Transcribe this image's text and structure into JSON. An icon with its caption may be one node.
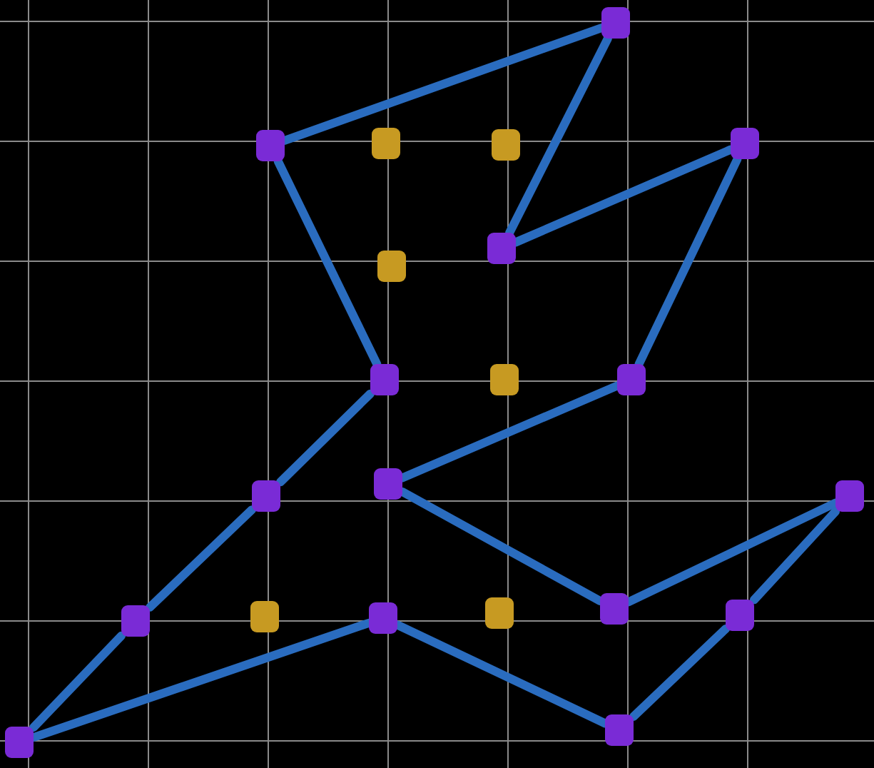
{
  "diagram": {
    "nodes": [
      {
        "text": [],
        "shape": "box"
      },
      {
        "text": [],
        "shape": "box"
      },
      {
        "text": [],
        "shape": "box"
      },
      {
        "text": [],
        "shape": "box"
      },
      {
        "text": [],
        "shape": "box"
      },
      {
        "text": [],
        "shape": "box"
      },
      {
        "text": [],
        "shape": "box"
      },
      {
        "text": [],
        "shape": "box"
      },
      {
        "text": [],
        "shape": "box"
      },
      {
        "text": [],
        "shape": "box"
      },
      {
        "text": [],
        "shape": "box"
      },
      {
        "text": [],
        "shape": "box"
      },
      {
        "text": [],
        "shape": "box"
      },
      {
        "text": [],
        "shape": "box"
      },
      {
        "text": [],
        "shape": "box"
      },
      {
        "text": [],
        "shape": "box"
      },
      {
        "text": [],
        "shape": "box"
      },
      {
        "text": [],
        "shape": "box"
      },
      {
        "text": [],
        "shape": "box"
      },
      {
        "text": [],
        "shape": "box"
      },
      {
        "text": [],
        "shape": "box"
      }
    ],
    "edges": [
      {
        "from": 1,
        "to": 0,
        "arrow": "none"
      },
      {
        "from": 0,
        "to": 6,
        "arrow": "none"
      },
      {
        "from": 6,
        "to": 4,
        "arrow": "none"
      },
      {
        "from": 4,
        "to": 9,
        "arrow": "none"
      },
      {
        "from": 9,
        "to": 11,
        "arrow": "none"
      },
      {
        "from": 11,
        "to": 17,
        "arrow": "none"
      },
      {
        "from": 17,
        "to": 12,
        "arrow": "none"
      },
      {
        "from": 12,
        "to": 18,
        "arrow": "none"
      },
      {
        "from": 18,
        "to": 20,
        "arrow": "none"
      },
      {
        "from": 20,
        "to": 15,
        "arrow": "none"
      },
      {
        "from": 15,
        "to": 19,
        "arrow": "none"
      },
      {
        "from": 19,
        "to": 13,
        "arrow": "none"
      },
      {
        "from": 13,
        "to": 10,
        "arrow": "none"
      },
      {
        "from": 10,
        "to": 7,
        "arrow": "none"
      },
      {
        "from": 7,
        "to": 1,
        "arrow": "none"
      }
    ]
  }
}
